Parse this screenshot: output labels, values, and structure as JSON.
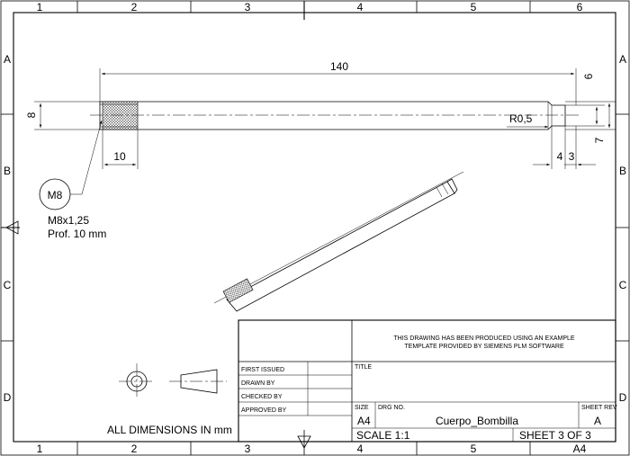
{
  "border": {
    "columns": [
      "1",
      "2",
      "3",
      "4",
      "5",
      "6"
    ],
    "rows": [
      "A",
      "B",
      "C",
      "D"
    ]
  },
  "front_view": {
    "dim_length": "140",
    "dim_diameter": "8",
    "dim_thread_length": "10",
    "dim_tip_diameter_outer": "6",
    "dim_tip_diameter_inner": "7",
    "dim_radius": "R0,5",
    "dim_tip_4": "4",
    "dim_tip_3": "3"
  },
  "thread_callout": {
    "balloon": "M8",
    "spec_line1": "M8x1,25",
    "spec_line2": "Prof. 10 mm"
  },
  "notes": {
    "all_dimensions": "ALL DIMENSIONS IN mm"
  },
  "title_block": {
    "template_note_line1": "THIS DRAWING HAS BEEN PRODUCED USING AN EXAMPLE",
    "template_note_line2": "TEMPLATE PROVIDED BY SIEMENS PLM SOFTWARE",
    "first_issued_label": "FIRST ISSUED",
    "drawn_by_label": "DRAWN BY",
    "checked_by_label": "CHECKED BY",
    "approved_by_label": "APPROVED BY",
    "title_label": "TITLE",
    "size_label": "SIZE",
    "size_value": "A4",
    "drg_no_label": "DRG NO.",
    "drg_no_value": "Cuerpo_Bombilla",
    "sheet_rev_label": "SHEET REV",
    "sheet_rev_value": "A",
    "scale_value": "SCALE 1:1",
    "sheet_value": "SHEET 3 OF 3",
    "paper_size_value": "A4"
  }
}
